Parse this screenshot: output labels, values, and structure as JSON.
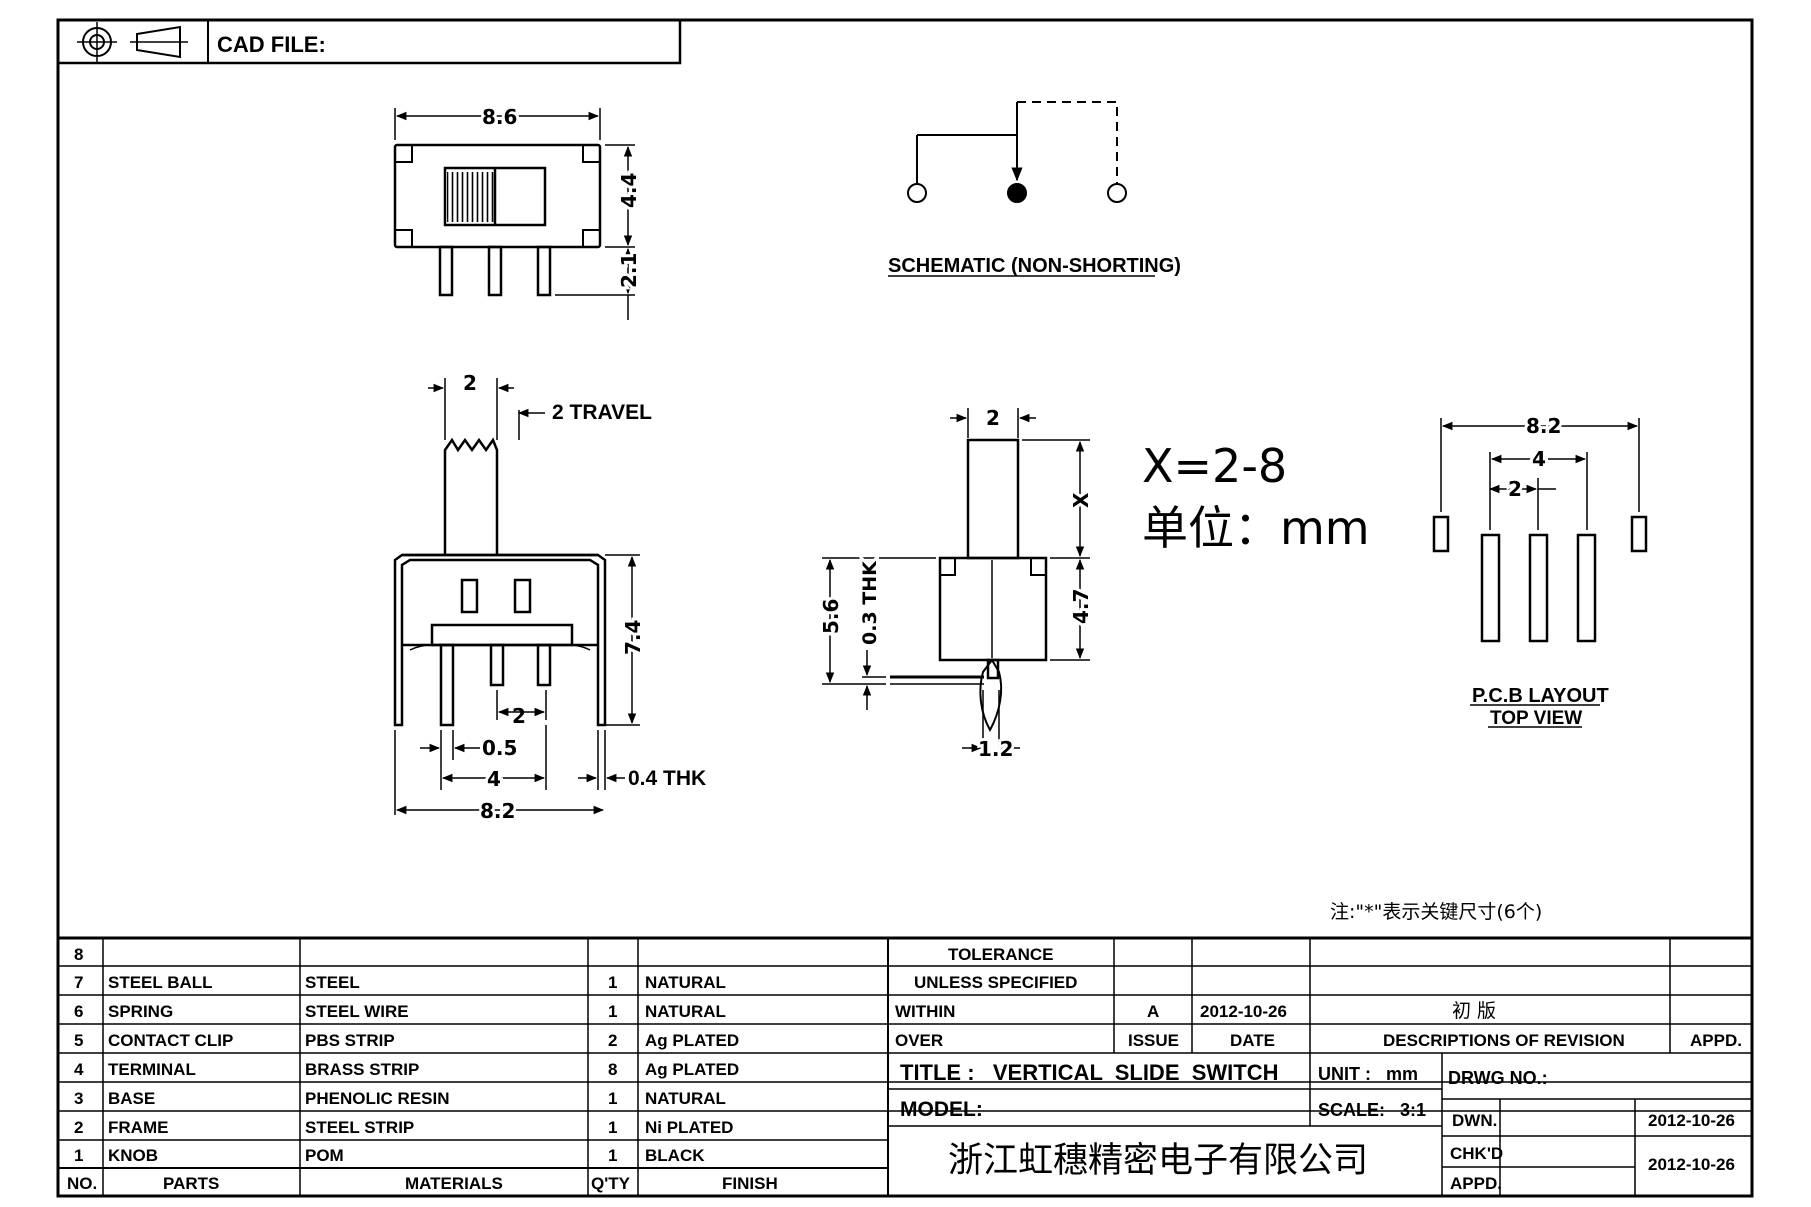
{
  "header": {
    "cad_label": "CAD FILE:"
  },
  "front_view": {
    "width": "8.6",
    "height": "4.4",
    "pin_length": "2.1"
  },
  "schematic": {
    "title": "SCHEMATIC (NON-SHORTING)"
  },
  "side_view": {
    "knob_width": "2",
    "travel": "2 TRAVEL",
    "height": "7.4",
    "pitch_small": "2",
    "pin_offset": "0.5",
    "pin_span": "4",
    "thickness": "0.4 THK",
    "total_width": "8.2"
  },
  "end_view": {
    "knob_width": "2",
    "knob_height": "X",
    "base_height": "4.7",
    "total_height": "5.6",
    "clip_thickness": "0.3 THK",
    "pin_width": "1.2"
  },
  "note_x": {
    "formula": "X=2-8",
    "unit_line": "单位：mm"
  },
  "pcb_layout": {
    "total": "8.2",
    "span": "4",
    "pitch": "2",
    "title": "P.C.B LAYOUT",
    "subtitle": "TOP VIEW"
  },
  "footnote": "注:\"*\"表示关键尺寸(6个)",
  "parts_table": {
    "header": {
      "no": "NO.",
      "parts": "PARTS",
      "materials": "MATERIALS",
      "qty": "Q'TY",
      "finish": "FINISH"
    },
    "rows": [
      {
        "no": "8",
        "part": "",
        "material": "",
        "qty": "",
        "finish": ""
      },
      {
        "no": "7",
        "part": "STEEL BALL",
        "material": "STEEL",
        "qty": "1",
        "finish": "NATURAL"
      },
      {
        "no": "6",
        "part": "SPRING",
        "material": "STEEL WIRE",
        "qty": "1",
        "finish": "NATURAL"
      },
      {
        "no": "5",
        "part": "CONTACT CLIP",
        "material": "PBS STRIP",
        "qty": "2",
        "finish": "Ag PLATED"
      },
      {
        "no": "4",
        "part": "TERMINAL",
        "material": "BRASS STRIP",
        "qty": "8",
        "finish": "Ag PLATED"
      },
      {
        "no": "3",
        "part": "BASE",
        "material": "PHENOLIC RESIN",
        "qty": "1",
        "finish": "NATURAL"
      },
      {
        "no": "2",
        "part": "FRAME",
        "material": "STEEL STRIP",
        "qty": "1",
        "finish": "Ni PLATED"
      },
      {
        "no": "1",
        "part": "KNOB",
        "material": "POM",
        "qty": "1",
        "finish": "BLACK"
      }
    ]
  },
  "tolerance": {
    "line1": "TOLERANCE",
    "line2": "UNLESS SPECIFIED",
    "within": "WITHIN",
    "over": "OVER"
  },
  "revision": {
    "issue": "A",
    "date": "2012-10-26",
    "description": "初 版",
    "issue_label": "ISSUE",
    "date_label": "DATE",
    "desc_label": "DESCRIPTIONS OF REVISION",
    "appd_label": "APPD."
  },
  "title_block": {
    "title": "TITLE :   VERTICAL  SLIDE  SWITCH",
    "unit": "UNIT :   mm",
    "model": "MODEL:",
    "scale": "SCALE:   3:1",
    "drwg_no": "DRWG NO.:",
    "company": "浙江虹穗精密电子有限公司",
    "dwn_label": "DWN.",
    "dwn_date": "2012-10-26",
    "chkd_label": "CHK'D",
    "chkd_date": "2012-10-26",
    "appd_label": "APPD."
  }
}
